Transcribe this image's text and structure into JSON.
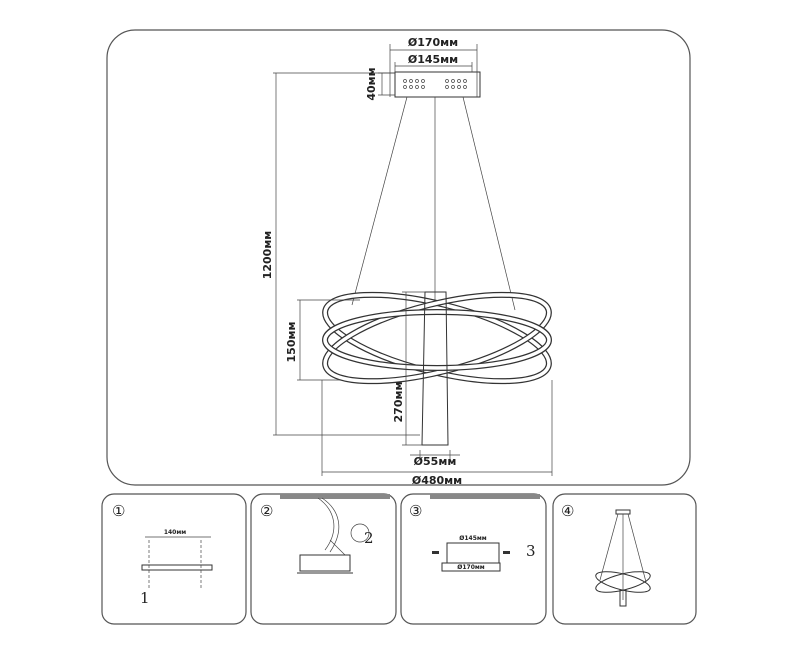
{
  "main_diagram": {
    "dimensions": {
      "canopy_outer": "Ø170мм",
      "canopy_inner": "Ø145мм",
      "canopy_height": "40мм",
      "total_height": "1200мм",
      "ring_height": "150мм",
      "tube_height": "270мм",
      "tube_diameter": "Ø55мм",
      "ring_diameter": "Ø480мм"
    }
  },
  "steps": [
    {
      "number": "①",
      "label": "140мм",
      "callout": "1"
    },
    {
      "number": "②",
      "callout": "2"
    },
    {
      "number": "③",
      "label_top": "Ø145мм",
      "label_bottom": "Ø170мм",
      "callout": "3"
    },
    {
      "number": "④"
    }
  ],
  "colors": {
    "line": "#333333",
    "background": "#ffffff"
  }
}
